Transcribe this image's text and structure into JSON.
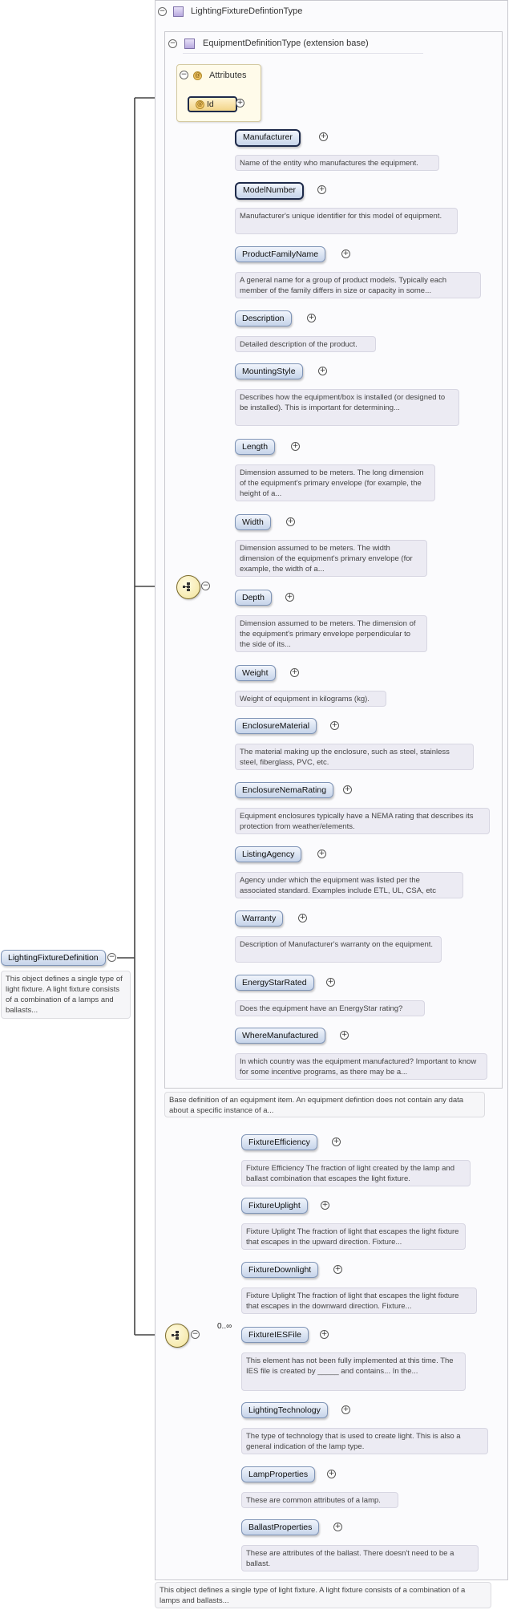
{
  "types": {
    "outer": "LightingFixtureDefintionType",
    "base": "EquipmentDefinitionType (extension base)"
  },
  "attributes": {
    "title": "Attributes",
    "id_label": "Id"
  },
  "root": {
    "name": "LightingFixtureDefinition",
    "desc": "This object defines a single type of light fixture. A light fixture consists of a combination of a lamps and ballasts..."
  },
  "base_elements": [
    {
      "name": "Manufacturer",
      "desc": "Name of the entity who manufactures the equipment."
    },
    {
      "name": "ModelNumber",
      "desc": "Manufacturer's unique identifier for this model of equipment."
    },
    {
      "name": "ProductFamilyName",
      "desc": "A general name for a group of product models. Typically each member of the family differs in size or capacity in some..."
    },
    {
      "name": "Description",
      "desc": "Detailed description of the product."
    },
    {
      "name": "MountingStyle",
      "desc": "Describes how the equipment/box is installed (or designed to be installed). This is important for determining..."
    },
    {
      "name": "Length",
      "desc": "Dimension assumed to be meters. The long dimension of the equipment's primary envelope (for example, the height of a..."
    },
    {
      "name": "Width",
      "desc": "Dimension assumed to be meters. The width dimension of the equipment's primary envelope (for example, the width of a..."
    },
    {
      "name": "Depth",
      "desc": "Dimension assumed to be meters. The dimension of the equipment's primary envelope perpendicular to the side of its..."
    },
    {
      "name": "Weight",
      "desc": "Weight of equipment in kilograms (kg)."
    },
    {
      "name": "EnclosureMaterial",
      "desc": "The material making up the enclosure, such as steel, stainless steel, fiberglass, PVC, etc."
    },
    {
      "name": "EnclosureNemaRating",
      "desc": "Equipment enclosures typically have a NEMA rating that describes its protection from weather/elements."
    },
    {
      "name": "ListingAgency",
      "desc": "Agency under which the equipment was listed per the associated standard. Examples include ETL, UL, CSA, etc"
    },
    {
      "name": "Warranty",
      "desc": "Description of Manufacturer's warranty on the equipment."
    },
    {
      "name": "EnergyStarRated",
      "desc": "Does the equipment have an EnergyStar rating?"
    },
    {
      "name": "WhereManufactured",
      "desc": "In which country was the equipment manufactured? Important to know for some incentive programs, as there may be a..."
    }
  ],
  "base_desc": "Base definition of an equipment item. An equipment defintion does not contain any data about a specific instance of a...",
  "occurrence": "0..∞",
  "ext_elements": [
    {
      "name": "FixtureEfficiency",
      "desc": "Fixture Efficiency The fraction of light created by the lamp and ballast combination that escapes the light fixture."
    },
    {
      "name": "FixtureUplight",
      "desc": "Fixture Uplight The fraction of light that escapes the light fixture that escapes in the upward direction. Fixture..."
    },
    {
      "name": "FixtureDownlight",
      "desc": "Fixture Uplight The fraction of light that escapes the light fixture that escapes in the downward direction. Fixture..."
    },
    {
      "name": "FixtureIESFile",
      "desc": "This element has not been fully implemented at this time. The IES file is created by _____ and contains... In the..."
    },
    {
      "name": "LightingTechnology",
      "desc": "The type of technology that is used to create light. This is also a general indication of the lamp type."
    },
    {
      "name": "LampProperties",
      "desc": "These are common attributes of a lamp."
    },
    {
      "name": "BallastProperties",
      "desc": "These are attributes of the ballast. There doesn't need to be a ballast."
    }
  ],
  "type_desc": "This object defines a single type of light fixture. A light fixture consists of a combination of a lamps and ballasts...",
  "icons": {
    "toggle": "collapse-icon",
    "type": "complex-type-icon",
    "compositor": "sequence-compositor-icon",
    "expand": "expand-plus-icon",
    "attribute": "attribute-icon"
  },
  "colors": {
    "node_fill": "#c6d4ea",
    "compositor_fill": "#f2e39a",
    "desc_fill": "#ecebf3",
    "attr_fill": "#fffbea"
  }
}
